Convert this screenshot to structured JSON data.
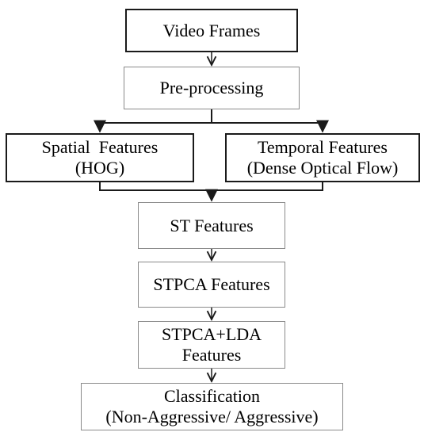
{
  "diagram": {
    "nodes": {
      "video_frames": {
        "lines": [
          "Video Frames"
        ]
      },
      "pre_processing": {
        "lines": [
          "Pre-processing"
        ]
      },
      "spatial_features": {
        "lines": [
          "Spatial  Features",
          "(HOG)"
        ]
      },
      "temporal_features": {
        "lines": [
          "Temporal Features",
          "(Dense Optical Flow)"
        ]
      },
      "st_features": {
        "lines": [
          "ST Features"
        ]
      },
      "stpca_features": {
        "lines": [
          "STPCA Features"
        ]
      },
      "stpca_lda_features": {
        "lines": [
          "STPCA+LDA",
          "Features"
        ]
      },
      "classification": {
        "lines": [
          "Classification",
          "(Non-Aggressive/ Aggressive)"
        ]
      }
    },
    "edges": [
      {
        "from": "video_frames",
        "to": "pre_processing"
      },
      {
        "from": "pre_processing",
        "to": "spatial_features"
      },
      {
        "from": "pre_processing",
        "to": "temporal_features"
      },
      {
        "from": "spatial_features",
        "to": "st_features"
      },
      {
        "from": "temporal_features",
        "to": "st_features"
      },
      {
        "from": "st_features",
        "to": "stpca_features"
      },
      {
        "from": "stpca_features",
        "to": "stpca_lda_features"
      },
      {
        "from": "stpca_lda_features",
        "to": "classification"
      }
    ]
  }
}
